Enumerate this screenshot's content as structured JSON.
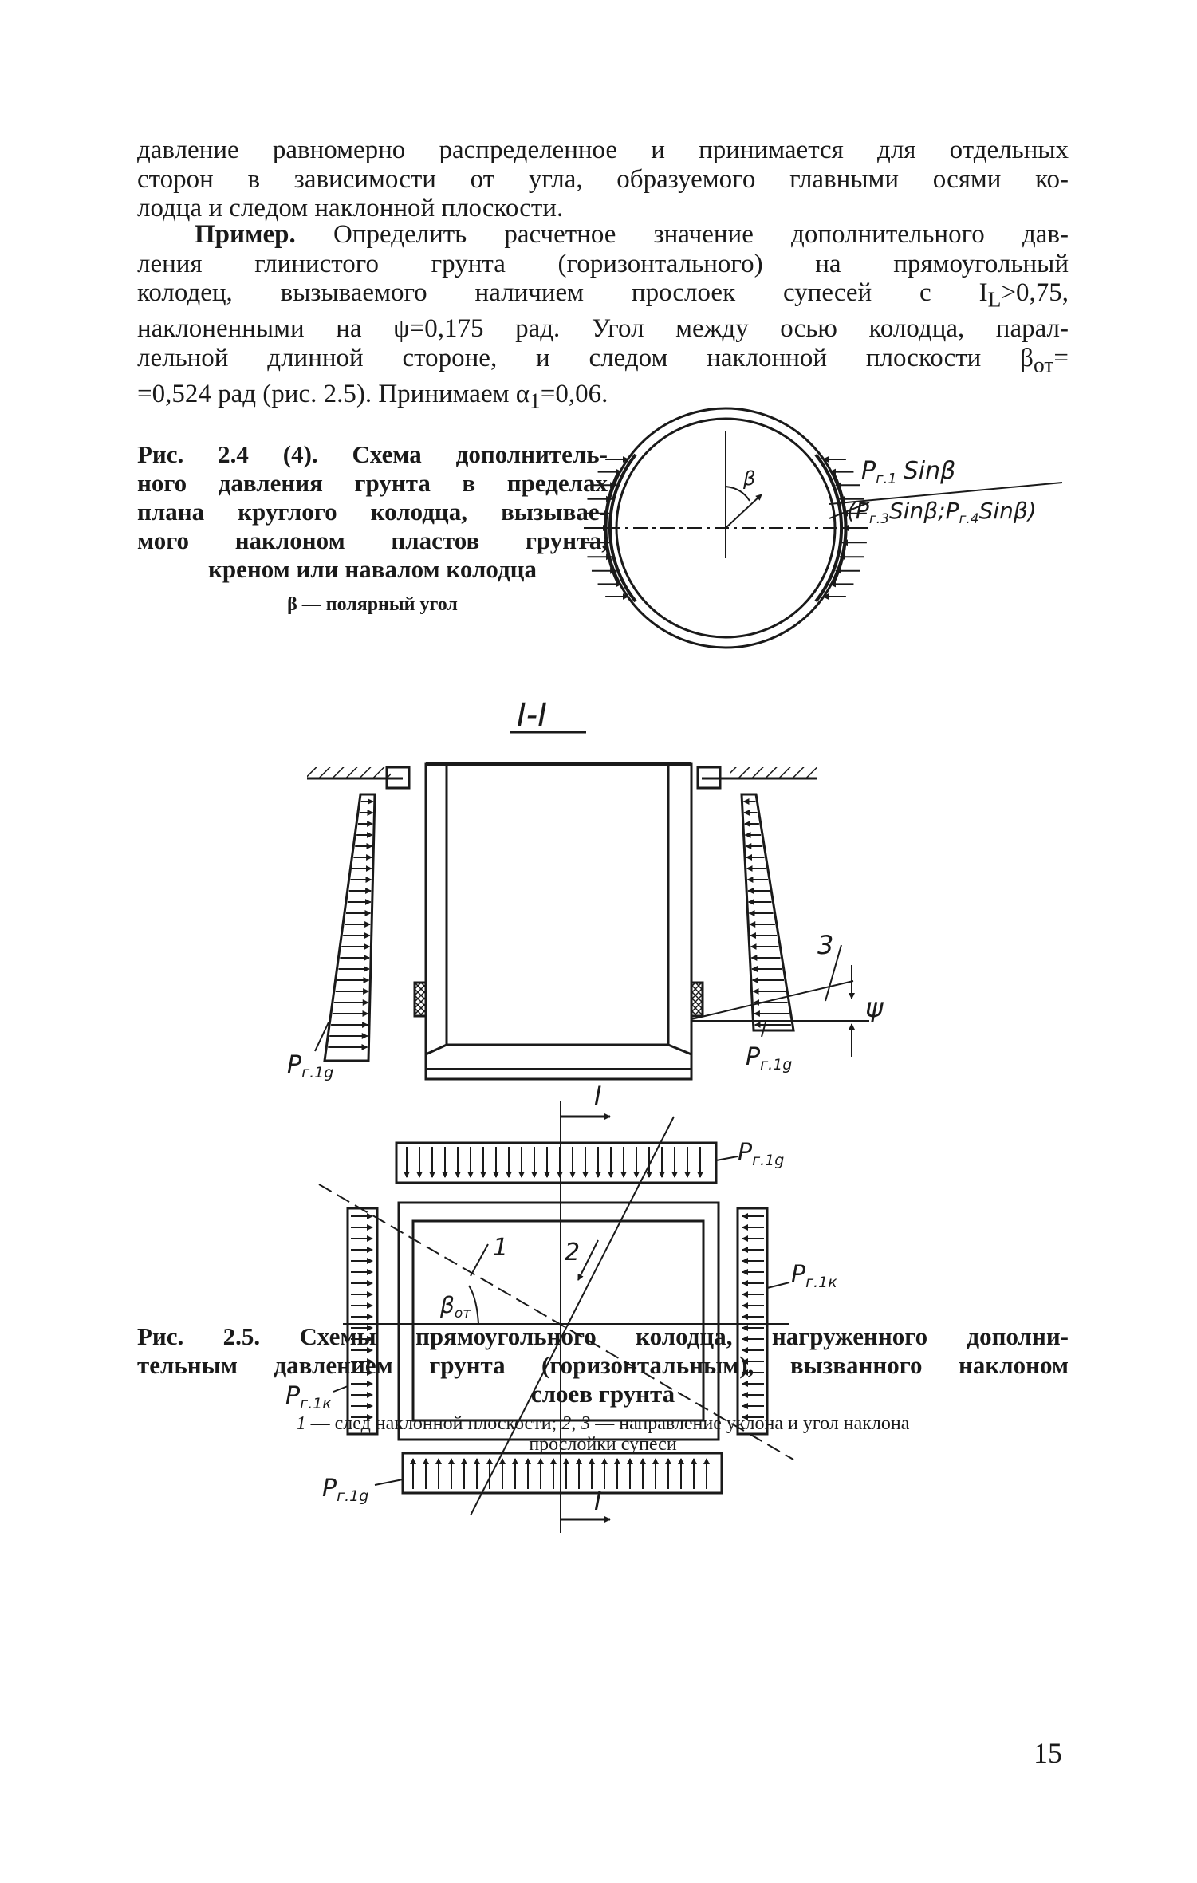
{
  "paragraph1": {
    "lines": [
      "давление равномерно распределенное и принимается для отдельных",
      "сторон в зависимости от угла, образуемого главными осями ко-",
      "лодца и следом наклонной плоскости."
    ]
  },
  "paragraph2": {
    "lead": "Пример.",
    "lines": [
      "Определить расчетное значение дополнительного дав-",
      "ления глинистого грунта (горизонтального) на прямоугольный",
      "колодец, вызываемого наличием прослоек супесей с I",
      "наклоненными на ψ=0,175 рад. Угол между осью колодца, парал-",
      "лельной длинной стороне, и следом наклонной плоскости β",
      "=0,524 рад (рис. 2.5). Принимаем α"
    ],
    "il_sub": "L",
    "il_value": ">0,75,",
    "beta_sub": "от",
    "beta_eq": "=",
    "alpha_sub": "1",
    "alpha_value": "=0,06."
  },
  "figure24": {
    "caption_lines": [
      "Рис. 2.4 (4). Схема дополнитель-",
      "ного давления грунта в пределах",
      "плана круглого колодца, вызывае-",
      "мого наклоном пластов грунта,",
      "креном или навалом колодца"
    ],
    "legend": "β — полярный угол",
    "label_top": "P",
    "label_top_sub": "г.1",
    "label_top_tail": "Sinβ",
    "label_bottom": "(P",
    "label_bottom_sub1": "г.3",
    "label_bottom_mid": "Sinβ;P",
    "label_bottom_sub2": "г.4",
    "label_bottom_tail": "Sinβ)",
    "beta_symbol": "β"
  },
  "figure25": {
    "section_label": "I-I",
    "label_pr1g": "P",
    "label_pr1g_sub": "г.1g",
    "label_pr1k_sub": "г.1к",
    "label_3": "3",
    "label_psi": "ψ",
    "label_1": "1",
    "label_2": "2",
    "label_I": "I",
    "label_beta": "β",
    "label_beta_sub": "от",
    "caption_lines": [
      "Рис. 2.5. Схемы прямоугольного колодца, нагруженного дополни-",
      "тельным давлением грунта (горизонтальным), вызванного наклоном",
      "слоев грунта"
    ],
    "legend_num1": "1",
    "legend_part1": " — след наклонной плоскости; ",
    "legend_num2": "2, 3",
    "legend_part2": " — направление уклона и угол наклона",
    "legend_line2": "прослойки супеси"
  },
  "page_number": "15"
}
